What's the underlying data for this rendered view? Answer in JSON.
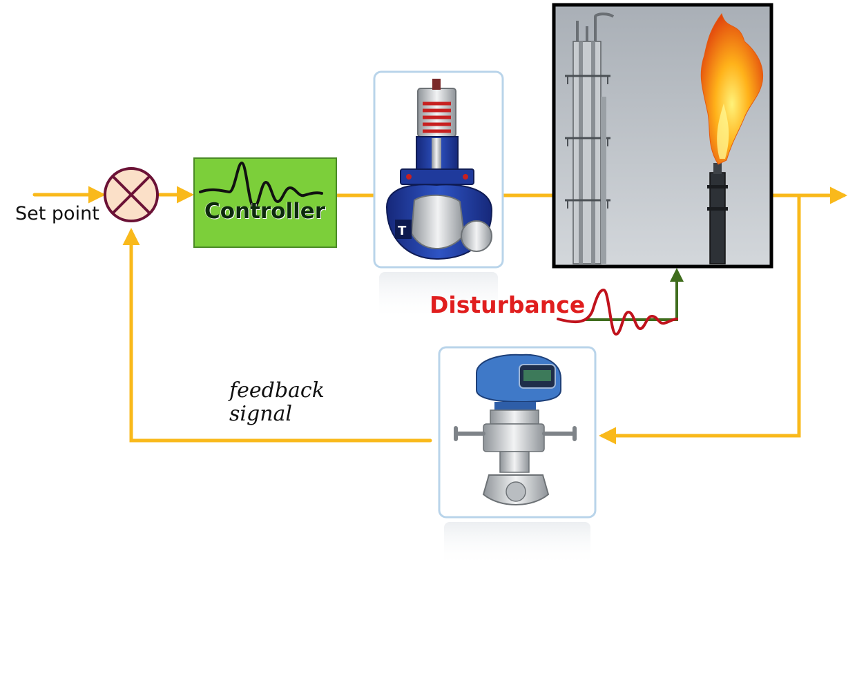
{
  "diagram": {
    "setpoint": "Set point",
    "controller": "Controller",
    "disturbance": "Disturbance",
    "feedback_line1": "feedback",
    "feedback_line2": "signal"
  },
  "colors": {
    "signal_line": "#f9b91b",
    "controller_fill": "#7ccf3a",
    "summing_fill": "#fbe0c8",
    "summing_stroke": "#6b1236",
    "disturbance_line": "#3f6d1d",
    "disturbance_wave": "#c0121c"
  },
  "icons": [
    "summing-junction-icon",
    "control-valve-icon",
    "flare-stack-icon",
    "pressure-transmitter-icon"
  ]
}
